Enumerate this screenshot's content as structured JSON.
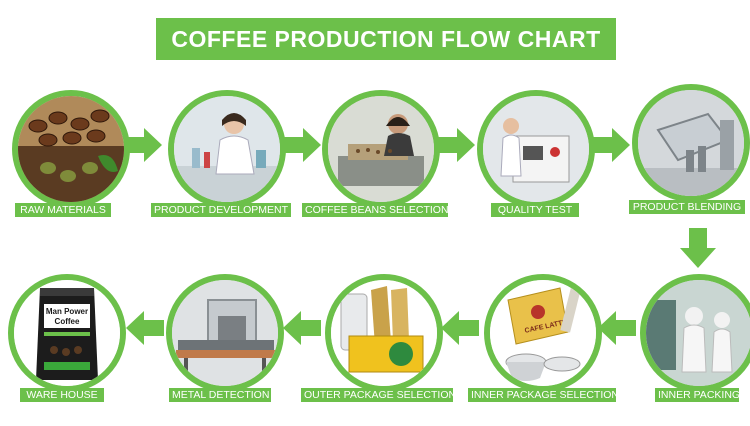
{
  "title": "COFFEE PRODUCTION FLOW CHART",
  "colors": {
    "accent": "#6cc04a",
    "label_text": "#ffffff"
  },
  "steps": [
    {
      "label": "RAW MATERIALS",
      "icon": "coffee-beans-icon"
    },
    {
      "label": "PRODUCT DEVELOPMENT",
      "icon": "lab-scientist-icon"
    },
    {
      "label": "COFFEE BEANS SELECTION",
      "icon": "bean-sorting-icon"
    },
    {
      "label": "QUALITY TEST",
      "icon": "test-machine-icon"
    },
    {
      "label": "PRODUCT BLENDING",
      "icon": "blender-machine-icon"
    },
    {
      "label": "INNER PACKING",
      "icon": "packing-workers-icon"
    },
    {
      "label": "INNER PACKAGE SELECTION",
      "icon": "coffee-pods-icon"
    },
    {
      "label": "OUTER PACKAGE SELECTION",
      "icon": "outer-box-icon"
    },
    {
      "label": "METAL DETECTION",
      "icon": "metal-detector-icon"
    },
    {
      "label": "WARE HOUSE",
      "icon": "coffee-bag-icon"
    }
  ],
  "package_text": {
    "line1": "Man Power",
    "line2": "Coffee",
    "pod_text": "CAFE LATTE"
  }
}
